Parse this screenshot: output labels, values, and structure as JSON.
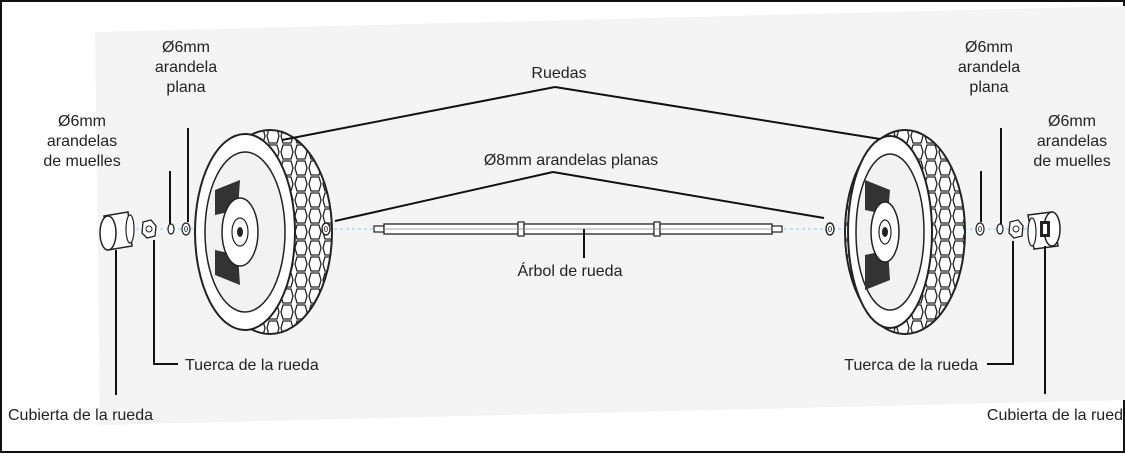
{
  "labels": {
    "wheels": "Ruedas",
    "axle_washers": "Ø8mm arandelas planas",
    "axle": "Árbol de rueda",
    "left_flat_washer": [
      "Ø6mm",
      "arandela",
      "plana"
    ],
    "left_spring_washers": [
      "Ø6mm",
      "arandelas",
      "de muelles"
    ],
    "right_flat_washer": [
      "Ø6mm",
      "arandela",
      "plana"
    ],
    "right_spring_washers": [
      "Ø6mm",
      "arandelas",
      "de muelles"
    ],
    "left_nut": "Tuerca de la rueda",
    "right_nut": "Tuerca de la rueda",
    "left_cover": "Cubierta de la rueda",
    "right_cover": "Cubierta de la rued"
  }
}
